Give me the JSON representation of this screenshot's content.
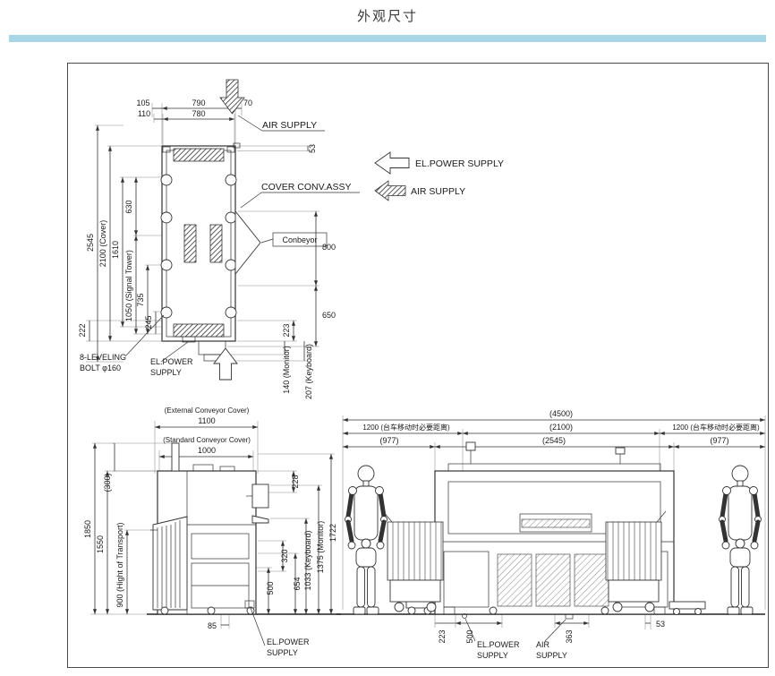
{
  "page": {
    "title": "外观尺寸"
  },
  "colors": {
    "accent_bar": "#a9d6e5",
    "line": "#333333"
  },
  "legend": {
    "el_power_supply": "EL.POWER SUPPLY",
    "air_supply": "AIR SUPPLY"
  },
  "top_view": {
    "labels": {
      "air_supply": "AIR SUPPLY",
      "cover_conv_assy": "COVER CONV.ASSY",
      "conveyor": "Conbeyor",
      "leveling_bolt_line1": "8-LEVELING",
      "leveling_bolt_line2": "BOLT φ160",
      "el_power_line1": "EL.POWER",
      "el_power_line2": "SUPPLY"
    },
    "dims": {
      "w105": "105",
      "w790": "790",
      "w70": "70",
      "w110": "110",
      "w780": "780",
      "h53": "53",
      "h2545": "2545",
      "h2100": "2100 (Cover)",
      "h1610": "1610",
      "h630": "630",
      "h1050": "1050 (Signal Tower)",
      "h735": "735",
      "h245": "245",
      "h222": "222",
      "h800": "800",
      "h650": "650",
      "h223": "223",
      "h140": "140 (Monitor)",
      "h207": "207 (Keyboard)"
    }
  },
  "side_view": {
    "labels": {
      "external_cover": "(External Conveyor Cover)",
      "standard_cover": "(Standard Conveyor Cover)",
      "el_power_line1": "EL.POWER",
      "el_power_line2": "SUPPLY"
    },
    "dims": {
      "w1100": "1100",
      "w1000": "1000",
      "h300": "(300)",
      "h1850": "1850",
      "h1550": "1550",
      "h900": "900 (Hight of Transport)",
      "h228": "228",
      "h320": "320",
      "h654": "654",
      "h1033": "1033 (Keyboard)",
      "h1375": "1375 (Monitor)",
      "h1722": "1722",
      "h500": "500",
      "w85": "85"
    }
  },
  "front_view": {
    "labels": {
      "el_power_line1": "EL.POWER",
      "el_power_line2": "SUPPLY",
      "air_line1": "AIR",
      "air_line2": "SUPPLY"
    },
    "dims": {
      "w4500": "(4500)",
      "w1200_left": "1200 (台车移动时必要距离)",
      "w2100": "(2100)",
      "w1200_right": "1200 (台车移动时必要距离)",
      "w977_left": "(977)",
      "w2545": "(2545)",
      "w977_right": "(977)",
      "w223": "223",
      "w500": "500",
      "w363": "363",
      "w53": "53"
    }
  }
}
